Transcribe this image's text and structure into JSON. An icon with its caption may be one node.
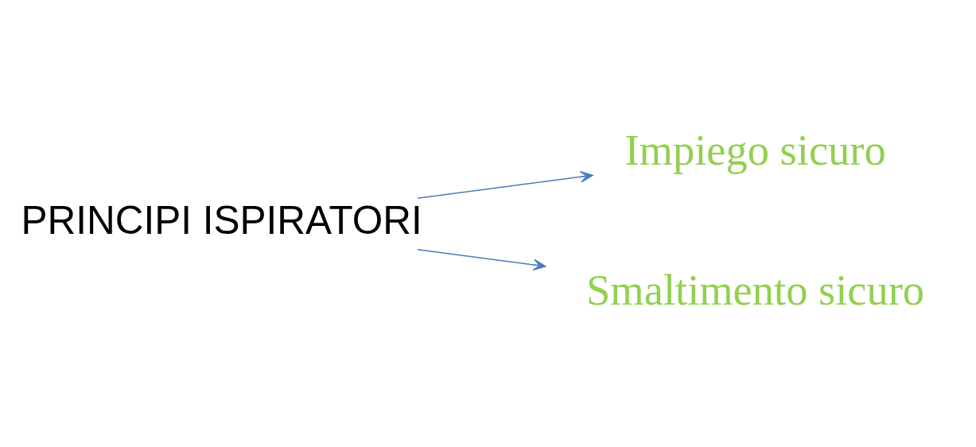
{
  "diagram": {
    "nodes": [
      {
        "text": [
          "PRINCIPI ISPIRATORI"
        ]
      },
      {
        "text": [
          "Impiego sicuro"
        ]
      },
      {
        "text": [
          "Smaltimento sicuro"
        ]
      }
    ],
    "edges": [
      {
        "from": 0,
        "to": 1,
        "arrow": "to"
      },
      {
        "from": 0,
        "to": 2,
        "arrow": "to"
      }
    ]
  }
}
